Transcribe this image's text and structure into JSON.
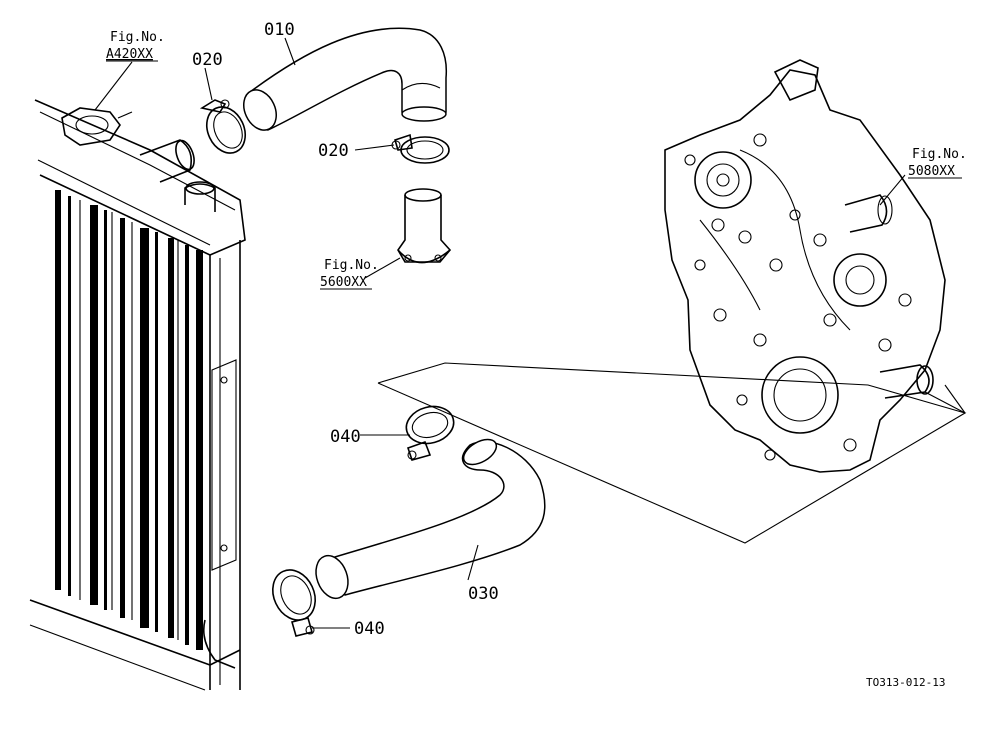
{
  "diagram": {
    "part_labels": {
      "p010": "010",
      "p020_top": "020",
      "p020_mid": "020",
      "p030": "030",
      "p040_upper": "040",
      "p040_lower": "040"
    },
    "figure_refs": {
      "radiator": {
        "line1": "Fig.No.",
        "line2": "A420XX"
      },
      "water_flange": {
        "line1": "Fig.No.",
        "line2": "5600XX"
      },
      "gear_case": {
        "line1": "Fig.No.",
        "line2": "5080XX"
      }
    },
    "drawing_code": "TO313-012-13"
  }
}
